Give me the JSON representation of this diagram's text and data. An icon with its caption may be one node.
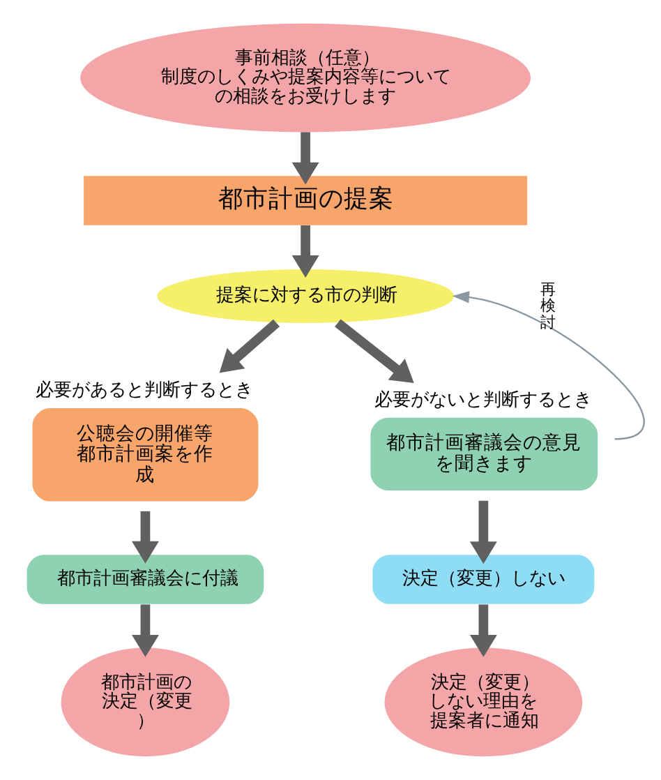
{
  "diagram": {
    "nodes": [
      {
        "text": [
          "事前相談（任意）",
          "制度のしくみや提案内容等についての相談をお受けします"
        ]
      },
      {
        "text": [
          "都市計画の提案"
        ]
      },
      {
        "text": [
          "提案に対する市の判断"
        ]
      },
      {
        "text": [
          "公聴会の開催等都市計画案を作成"
        ],
        "beside": [
          "必要があると判断するとき"
        ]
      },
      {
        "text": [
          "都市計画審議会の意見を聞きます"
        ],
        "beside": [
          "必要がないと判断するとき"
        ]
      },
      {
        "text": [
          "都市計画審議会に付議"
        ]
      },
      {
        "text": [
          "決定（変更）しない"
        ]
      },
      {
        "text": [
          "都市計画の決定（変更）"
        ]
      },
      {
        "text": [
          "決定（変更）しない理由を提案者に通知"
        ]
      }
    ],
    "edges": [
      {
        "from": 0,
        "to": 1,
        "arrow": "to"
      },
      {
        "from": 1,
        "to": 2,
        "arrow": "to"
      },
      {
        "from": 2,
        "to": 3,
        "arrow": "to"
      },
      {
        "from": 2,
        "to": 4,
        "arrow": "to"
      },
      {
        "from": 3,
        "to": 5,
        "arrow": "to"
      },
      {
        "from": 4,
        "to": 6,
        "arrow": "to"
      },
      {
        "from": 5,
        "to": 7,
        "arrow": "to"
      },
      {
        "from": 6,
        "to": 8,
        "arrow": "to"
      },
      {
        "from": 4,
        "to": 2,
        "arrow": "to",
        "label": "再検討",
        "color": "#8a97a3"
      }
    ]
  }
}
